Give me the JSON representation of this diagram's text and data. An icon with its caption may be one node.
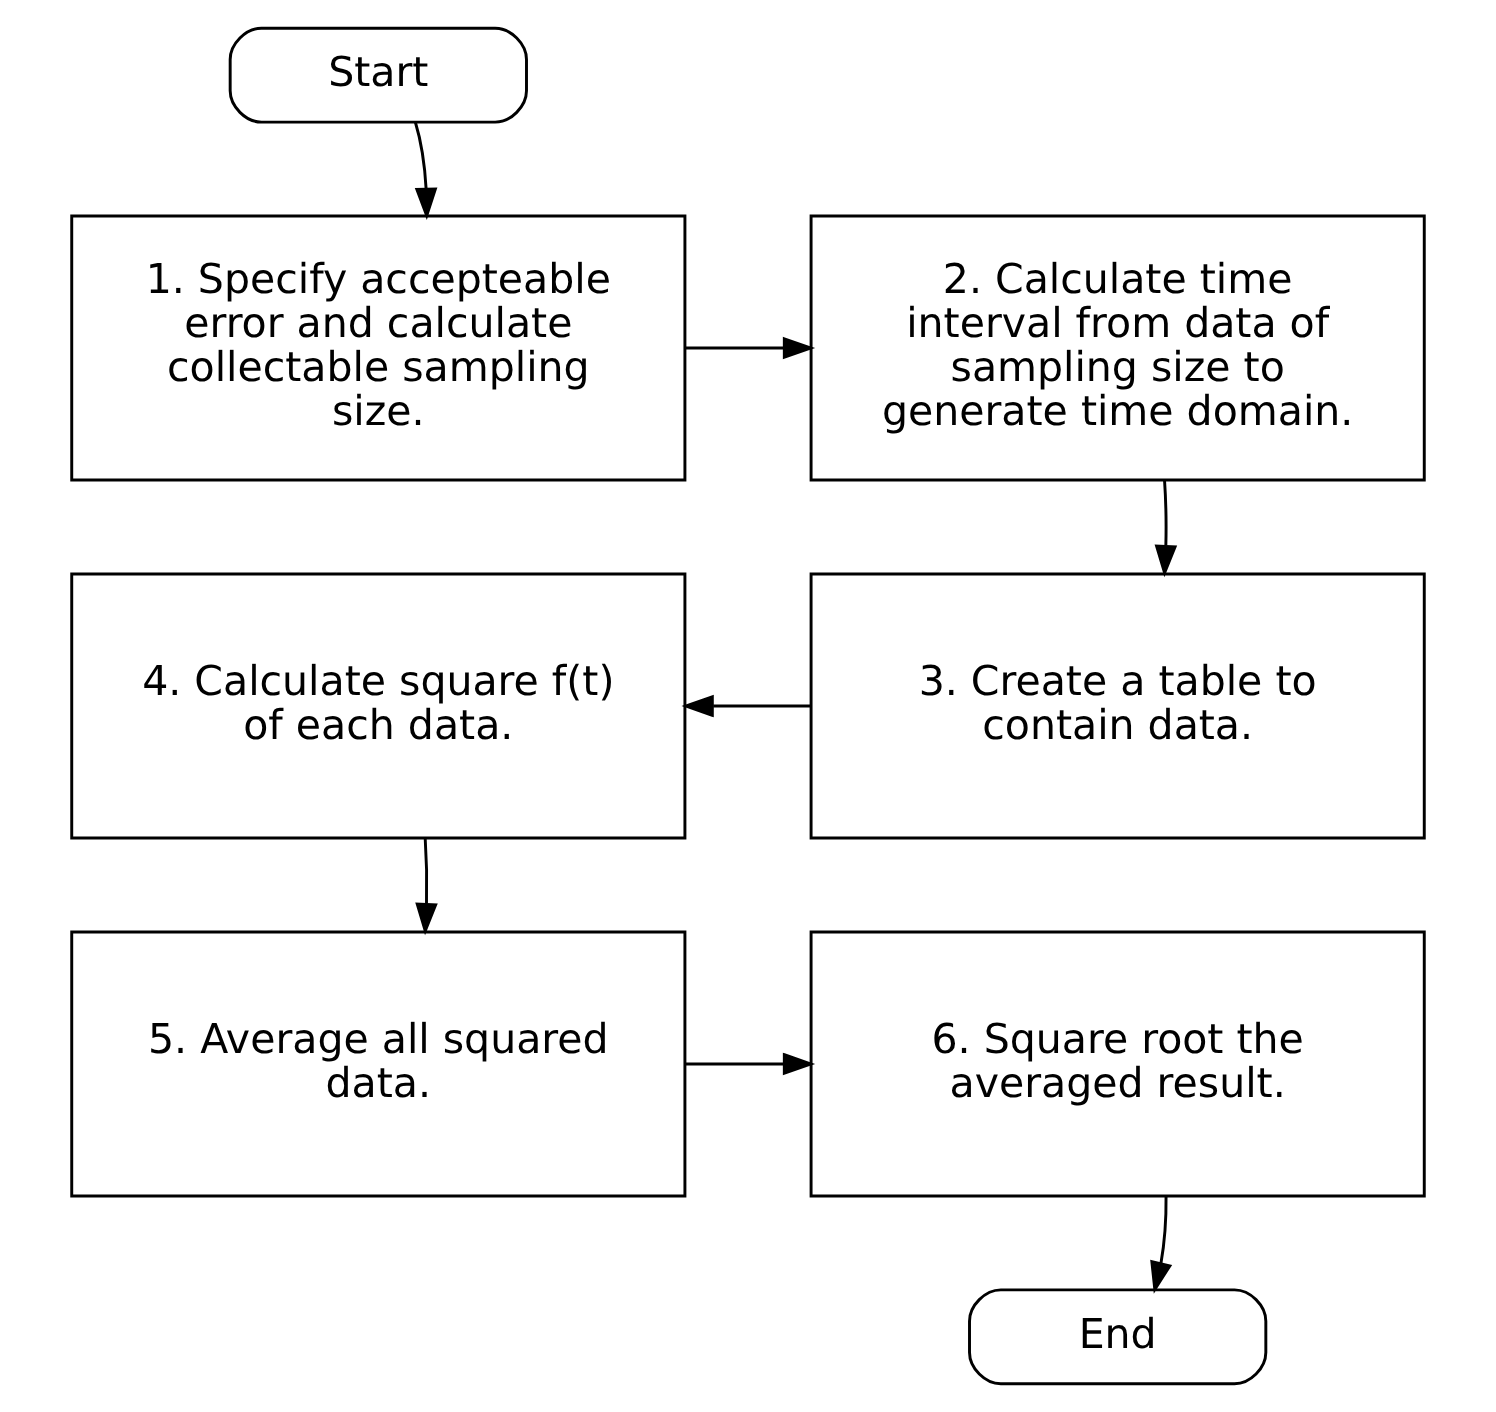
{
  "diagram": {
    "nodes": [
      {
        "text": [
          "Start"
        ]
      },
      {
        "text": [
          "1. Specify accepteable error and calculate collectable sampling size."
        ]
      },
      {
        "text": [
          "2. Calculate time interval from data of sampling size to generate time domain."
        ]
      },
      {
        "text": [
          "3. Create a table to contain data."
        ]
      },
      {
        "text": [
          "4. Calculate square f(t) of each data."
        ]
      },
      {
        "text": [
          "5. Average all squared data."
        ]
      },
      {
        "text": [
          "6. Square root the averaged result."
        ]
      },
      {
        "text": [
          "End"
        ]
      }
    ],
    "edges": [
      {
        "from": 0,
        "to": 1,
        "arrow": "to"
      },
      {
        "from": 1,
        "to": 2,
        "arrow": "to"
      },
      {
        "from": 2,
        "to": 3,
        "arrow": "to"
      },
      {
        "from": 3,
        "to": 4,
        "arrow": "to"
      },
      {
        "from": 4,
        "to": 5,
        "arrow": "to"
      },
      {
        "from": 5,
        "to": 6,
        "arrow": "to"
      },
      {
        "from": 6,
        "to": 7,
        "arrow": "to"
      }
    ]
  }
}
